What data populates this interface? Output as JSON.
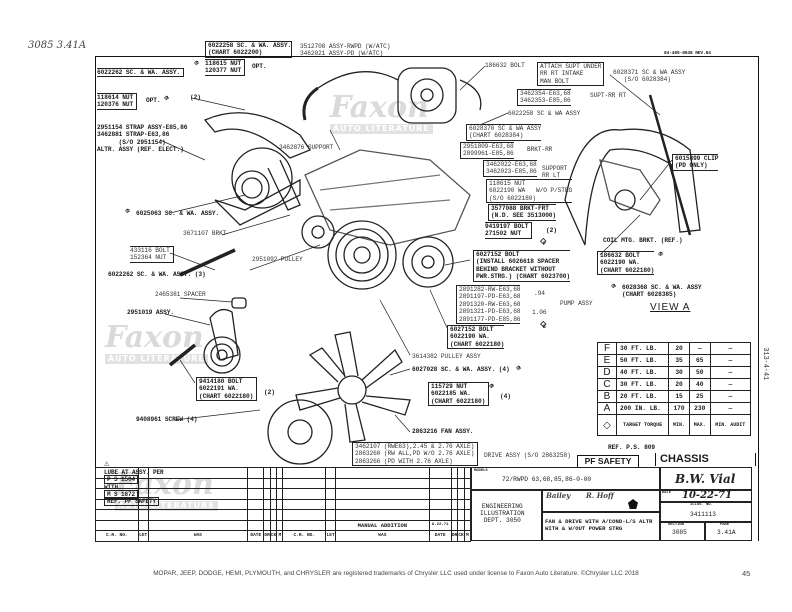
{
  "header": {
    "handwritten_ref": "3085 3.41A",
    "drawing_no": "84-485-8048 REV.84"
  },
  "watermark": {
    "brand": "Faxon",
    "sub": "AUTO LITERATURE"
  },
  "callouts": {
    "c1": "6022258 SC. & WA. ASSY.\n(CHART 6022200)",
    "c1b": "118615 NUT\n120377 NUT",
    "opt": "OPT.",
    "c2": "3512708 ASSY-RWPD (W/ATC)\n3462021 ASSY-PD (W/ATC)",
    "c3": "6022262 SC. & WA. ASSY.",
    "c3b": "118614 NUT\n120376 NUT",
    "two": "(2)",
    "c4": "2951154 STRAP ASSY-E85,86\n3462881 STRAP-E63,86\n      (S/O 2951154)\nALTR. ASSY (REF. ELECT.)",
    "c5": "3462876 SUPPORT",
    "c6": "186632 BOLT",
    "c6b": "ATTACH SUPT UNDER\nRR RT INTAKE\nMAN BOLT",
    "c7": "6028371 SC & WA ASSY\n   (S/O 6028384)",
    "c8": "3462354-E63,68\n3462353-E85,86",
    "c8b": "SUPT-RR RT",
    "c9": "6022258 SC & WA ASSY",
    "c10": "6028370 SC & WA ASSY\n(CHART 6028384)",
    "c11": "2951809-E63,68\n2899961-E85,86",
    "c11b": "BRKT-RR",
    "c12": "3462022-E63,68\n3462023-E85,86",
    "c12b": "SUPPORT\nRR LT",
    "c13": "118615 NUT\n6022190 WA   W/O P/STRG\n(S/O 6022180)",
    "c14": "3577088 BRKT-FRT\n(N.D. SEE 3513000)",
    "c15": "9419197 BOLT\n271502 NUT",
    "c16": "6015899 CLIP\n(PD ONLY)",
    "c17": "COIL MTG. BRKT. (REF.)",
    "c18": "186632 BOLT\n6022190 WA.\n(CHART 6022180)",
    "c19": "6028368 SC. & WA. ASSY\n(CHART 6028385)",
    "view": "VIEW A",
    "c20": "6027152 BOLT\n(INSTALL 6026618 SPACER\nBEHIND BRACKET WITHOUT\nPWR.STRG.) (CHART 6023700)",
    "c21": "2891282-RW-E63,68\n2891197-PD-E63,68\n2891320-RW-E63,68\n2891321-PD-E63,68\n2891177-PD-E85,86",
    "c21a": ".94",
    "c21b": "1.06",
    "c21c": "PUMP ASSY",
    "c22": "6027152 BOLT\n6022190 WA.\n(CHART 6022180)",
    "c23": "6025063 SC. & WA. ASSY.",
    "c24": "3671107 BRKT",
    "c25": "433116 BOLT\n152364 NUT",
    "c26": "6022262 SC. & WA. ASSY. (3)",
    "c27": "2465381 SPACER",
    "c28": "2951019 ASSY.",
    "c29": "2951092 PULLEY",
    "c30": "9414180 BOLT\n6022191 WA.\n(CHART 6022180)",
    "c31": "9408961 SCREW (4)",
    "c32": "3614382 PULLEY ASSY",
    "c33": "6027028 SC. & WA. ASSY. (4)",
    "c34": "115729 NUT\n6022185 WA.\n(CHART 6022180)",
    "four": "(4)",
    "c35": "2863216 FAN ASSY.",
    "c36": "3462107 (RWE63),2.45 & 2.76 AXLE)\n2863260 (RW ALL,PD W/O 2.76 AXLE)\n2863266 (PD WITH 2.76 AXLE)",
    "c36b": "DRIVE ASSY (S/O 2863258)",
    "refps": "REF. P.S. 809",
    "side": "313-4-41"
  },
  "diamonds": {
    "a": "A",
    "b": "B",
    "c": "C",
    "d": "D",
    "e": "E",
    "f": "F"
  },
  "lube": {
    "text": "LUBE AT ASSY. PER",
    "ps": "P S 1504",
    "with": "WITH",
    "ms": "M S 1872",
    "ref": "REF. PF SAFETY"
  },
  "stamps": {
    "pf_safety": "PF SAFETY",
    "chassis": "CHASSIS"
  },
  "torque": {
    "header": {
      "target": "TARGET TORQUE",
      "min": "MIN.",
      "max": "MAX.",
      "audit": "MIN. AUDIT"
    },
    "rows": [
      {
        "letter": "F",
        "torque": "30 FT. LB.",
        "min": "20",
        "max": "—",
        "audit": "—"
      },
      {
        "letter": "E",
        "torque": "50 FT. LB.",
        "min": "35",
        "max": "65",
        "audit": "—"
      },
      {
        "letter": "D",
        "torque": "40 FT. LB.",
        "min": "30",
        "max": "50",
        "audit": "—"
      },
      {
        "letter": "C",
        "torque": "30 FT. LB.",
        "min": "20",
        "max": "40",
        "audit": "—"
      },
      {
        "letter": "B",
        "torque": "20 FT. LB.",
        "min": "15",
        "max": "25",
        "audit": "—"
      },
      {
        "letter": "A",
        "torque": "200 IN. LB.",
        "min": "170",
        "max": "230",
        "audit": "—"
      }
    ]
  },
  "revision": {
    "columns": [
      "C.R. NO.",
      "LET",
      "WAS",
      "DATE",
      "DR",
      "CK",
      "M",
      "C.R. NO.",
      "LET",
      "WAS",
      "DATE",
      "DR",
      "CK",
      "M"
    ],
    "entry": {
      "was": "MANUAL ADDITION",
      "date": "8-22-71"
    }
  },
  "title_block": {
    "models_label": "MODELS",
    "models": "72/RWPD 63,68,85,86-0-00",
    "dept": "ENGINEERING\nILLUSTRATION\nDEPT. 3050",
    "drawn": "Bailey",
    "checked": "R. Hoff",
    "title": "FAN & DRIVE WITH A/COND-L/S ALTR\nWITH & W/OUT POWER STRG",
    "approved": "B.W. Vial",
    "date_label": "DATE",
    "date": "10-22-71",
    "illus_label": "ILLUS. NO.",
    "illus_no": "3411113",
    "section_label": "SECTION",
    "section": "3085",
    "page_label": "PAGE",
    "page": "3.41A"
  },
  "footer": {
    "trademark": "MOPAR, JEEP, DODGE, HEMI, PLYMOUTH, and CHRYSLER are registered trademarks of Chrysler LLC used under license to Faxon Auto Literature. ©Chrysler LLC 2018",
    "page_number": "45"
  }
}
